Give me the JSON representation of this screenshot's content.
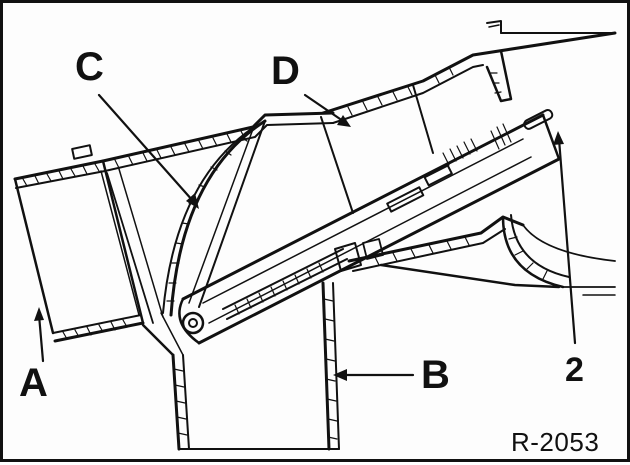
{
  "figure": {
    "callouts": {
      "a": "A",
      "b": "B",
      "c": "C",
      "d": "D",
      "two": "2"
    },
    "reference_code": "R-2053"
  }
}
